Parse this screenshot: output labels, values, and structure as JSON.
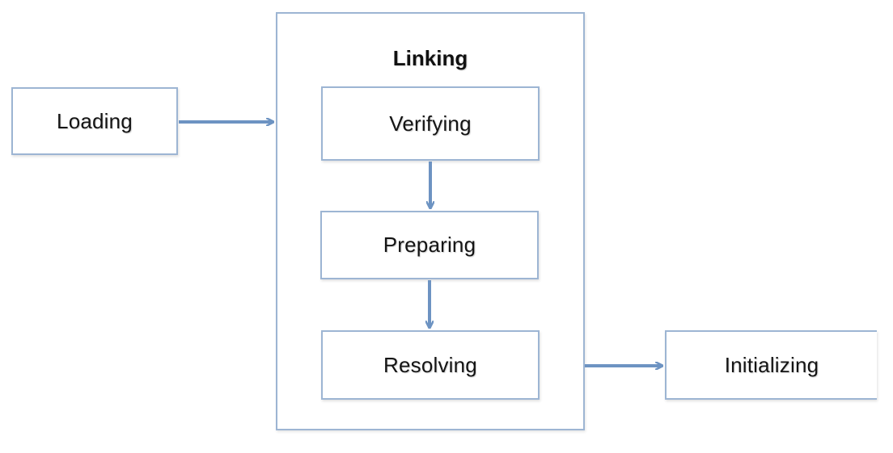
{
  "diagram": {
    "group_title": "Linking",
    "nodes": {
      "loading": "Loading",
      "verifying": "Verifying",
      "preparing": "Preparing",
      "resolving": "Resolving",
      "initializing": "Initializing"
    },
    "edges": [
      {
        "from": "loading",
        "to": "linking"
      },
      {
        "from": "verifying",
        "to": "preparing"
      },
      {
        "from": "preparing",
        "to": "resolving"
      },
      {
        "from": "linking",
        "to": "initializing"
      }
    ],
    "colors": {
      "border": "#9db5d3",
      "arrow": "#6d93c2",
      "text": "#141414"
    }
  }
}
